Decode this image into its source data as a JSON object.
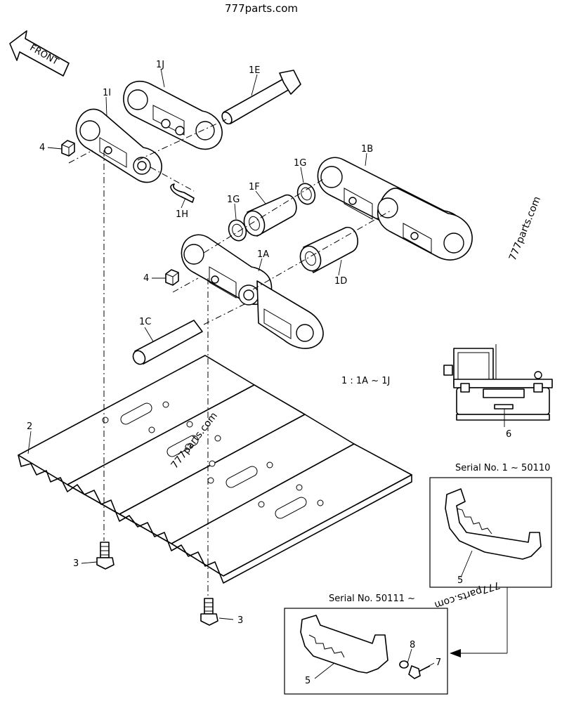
{
  "watermark_top": "777parts.com",
  "watermarks": [
    "777parts.com",
    "777parts.com",
    "777parts.com"
  ],
  "front_label": "FRONT",
  "legend": "1 : 1A ~ 1J",
  "labels": {
    "p1J": "1J",
    "p1E": "1E",
    "p1I": "1I",
    "p4a": "4",
    "p1H": "1H",
    "p1B": "1B",
    "p1G_top": "1G",
    "p1F": "1F",
    "p1G_left": "1G",
    "p1A": "1A",
    "p4b": "4",
    "p1D": "1D",
    "p1C": "1C",
    "p2": "2",
    "p3a": "3",
    "p3b": "3",
    "p6": "6",
    "p5a": "5",
    "p5b": "5",
    "p7": "7",
    "p8": "8"
  },
  "serial_box_1": "Serial No. 1 ~ 50110",
  "serial_box_2": "Serial No. 50111 ~"
}
